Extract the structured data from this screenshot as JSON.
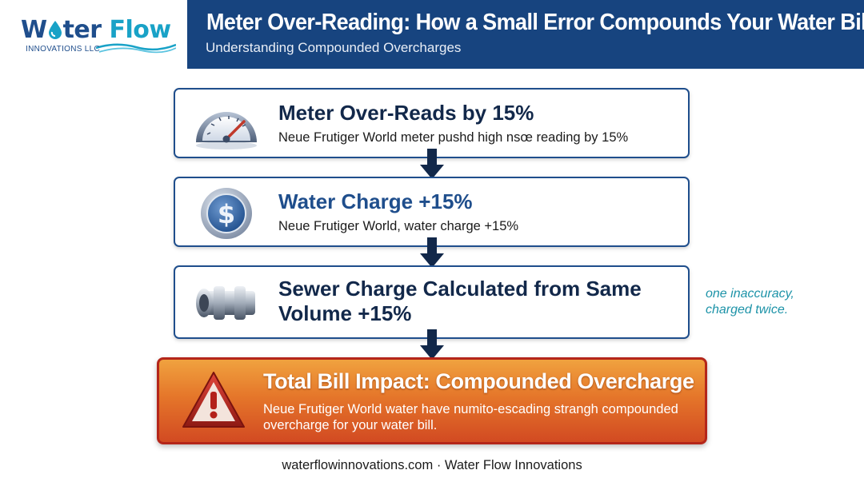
{
  "logo": {
    "word_part1": "W",
    "word_part2": "ter",
    "word_flow": "Flow",
    "subtitle": "INNOVATIONS LLC"
  },
  "header": {
    "title": "Meter Over-Reading: How a Small Error Compounds Your Water Bill",
    "subtitle": "Understanding Compounded Overcharges"
  },
  "cards": [
    {
      "title": "Meter Over-Reads by 15%",
      "text": "Neue Frutiger World meter pushd high nsœ reading by 15%",
      "icon": "gauge-icon"
    },
    {
      "title": "Water Charge +15%",
      "text": "Neue Frutiger World, water charge +15%",
      "icon": "dollar-coin-icon"
    },
    {
      "title": "Sewer Charge Calculated from Same Volume +15%",
      "icon": "pipe-icon"
    }
  ],
  "side_note": {
    "line1": "one inaccuracy,",
    "line2": "charged twice."
  },
  "total": {
    "title": "Total Bill Impact: Compounded Overcharge",
    "text": "Neue Frutiger World water have numito-escading strangh compounded overcharge for your water bill.",
    "icon": "warning-icon"
  },
  "footer": {
    "text": "waterflowinnovations.com · Water Flow Innovations"
  },
  "colors": {
    "header_band": "#17447f",
    "card_border": "#1f4e8c",
    "accent_teal": "#1d93a8",
    "total_gradient_top": "#f0a23f",
    "total_gradient_bottom": "#d24a22"
  }
}
